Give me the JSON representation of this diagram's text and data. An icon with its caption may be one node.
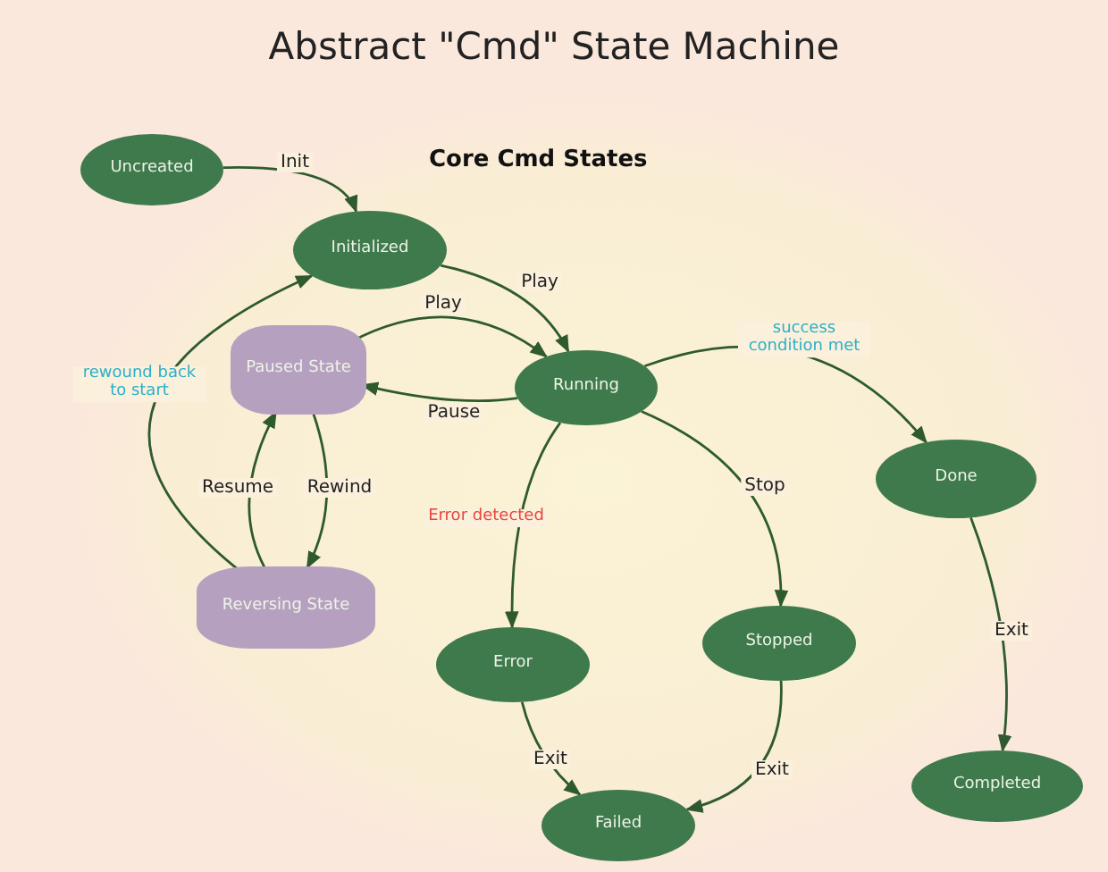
{
  "diagram": {
    "title": "Abstract \"Cmd\" State Machine",
    "nodes": [
      {
        "text": [
          "Uncreated"
        ]
      },
      {
        "text": [
          "Initialized"
        ]
      },
      {
        "text": [
          "Paused State"
        ]
      },
      {
        "text": [
          "Running"
        ]
      },
      {
        "text": [
          "Done"
        ]
      },
      {
        "text": [
          "Reversing State"
        ]
      },
      {
        "text": [
          "Error"
        ]
      },
      {
        "text": [
          "Stopped"
        ]
      },
      {
        "text": [
          "Failed"
        ]
      },
      {
        "text": [
          "Completed"
        ]
      }
    ],
    "edges": [
      {
        "from": 0,
        "to": 1,
        "arrow": "to",
        "label": "Init"
      },
      {
        "from": 1,
        "to": 3,
        "arrow": "to",
        "label": "Play"
      },
      {
        "from": 2,
        "to": 3,
        "arrow": "to",
        "label": "Play"
      },
      {
        "from": 3,
        "to": 2,
        "arrow": "to",
        "label": "Pause"
      },
      {
        "from": 5,
        "to": 2,
        "arrow": "to",
        "label": "Resume"
      },
      {
        "from": 2,
        "to": 5,
        "arrow": "to",
        "label": "Rewind"
      },
      {
        "from": 5,
        "to": 1,
        "arrow": "to",
        "label": "rewound back to start"
      },
      {
        "from": 3,
        "to": 6,
        "arrow": "to",
        "label": "Error detected"
      },
      {
        "from": 3,
        "to": 7,
        "arrow": "to",
        "label": "Stop"
      },
      {
        "from": 3,
        "to": 4,
        "arrow": "to",
        "label": "success condition met"
      },
      {
        "from": 6,
        "to": 8,
        "arrow": "to",
        "label": "Exit"
      },
      {
        "from": 7,
        "to": 8,
        "arrow": "to",
        "label": "Exit"
      },
      {
        "from": 4,
        "to": 9,
        "arrow": "to",
        "label": "Exit"
      }
    ],
    "labels": [
      "Core Cmd States"
    ]
  }
}
